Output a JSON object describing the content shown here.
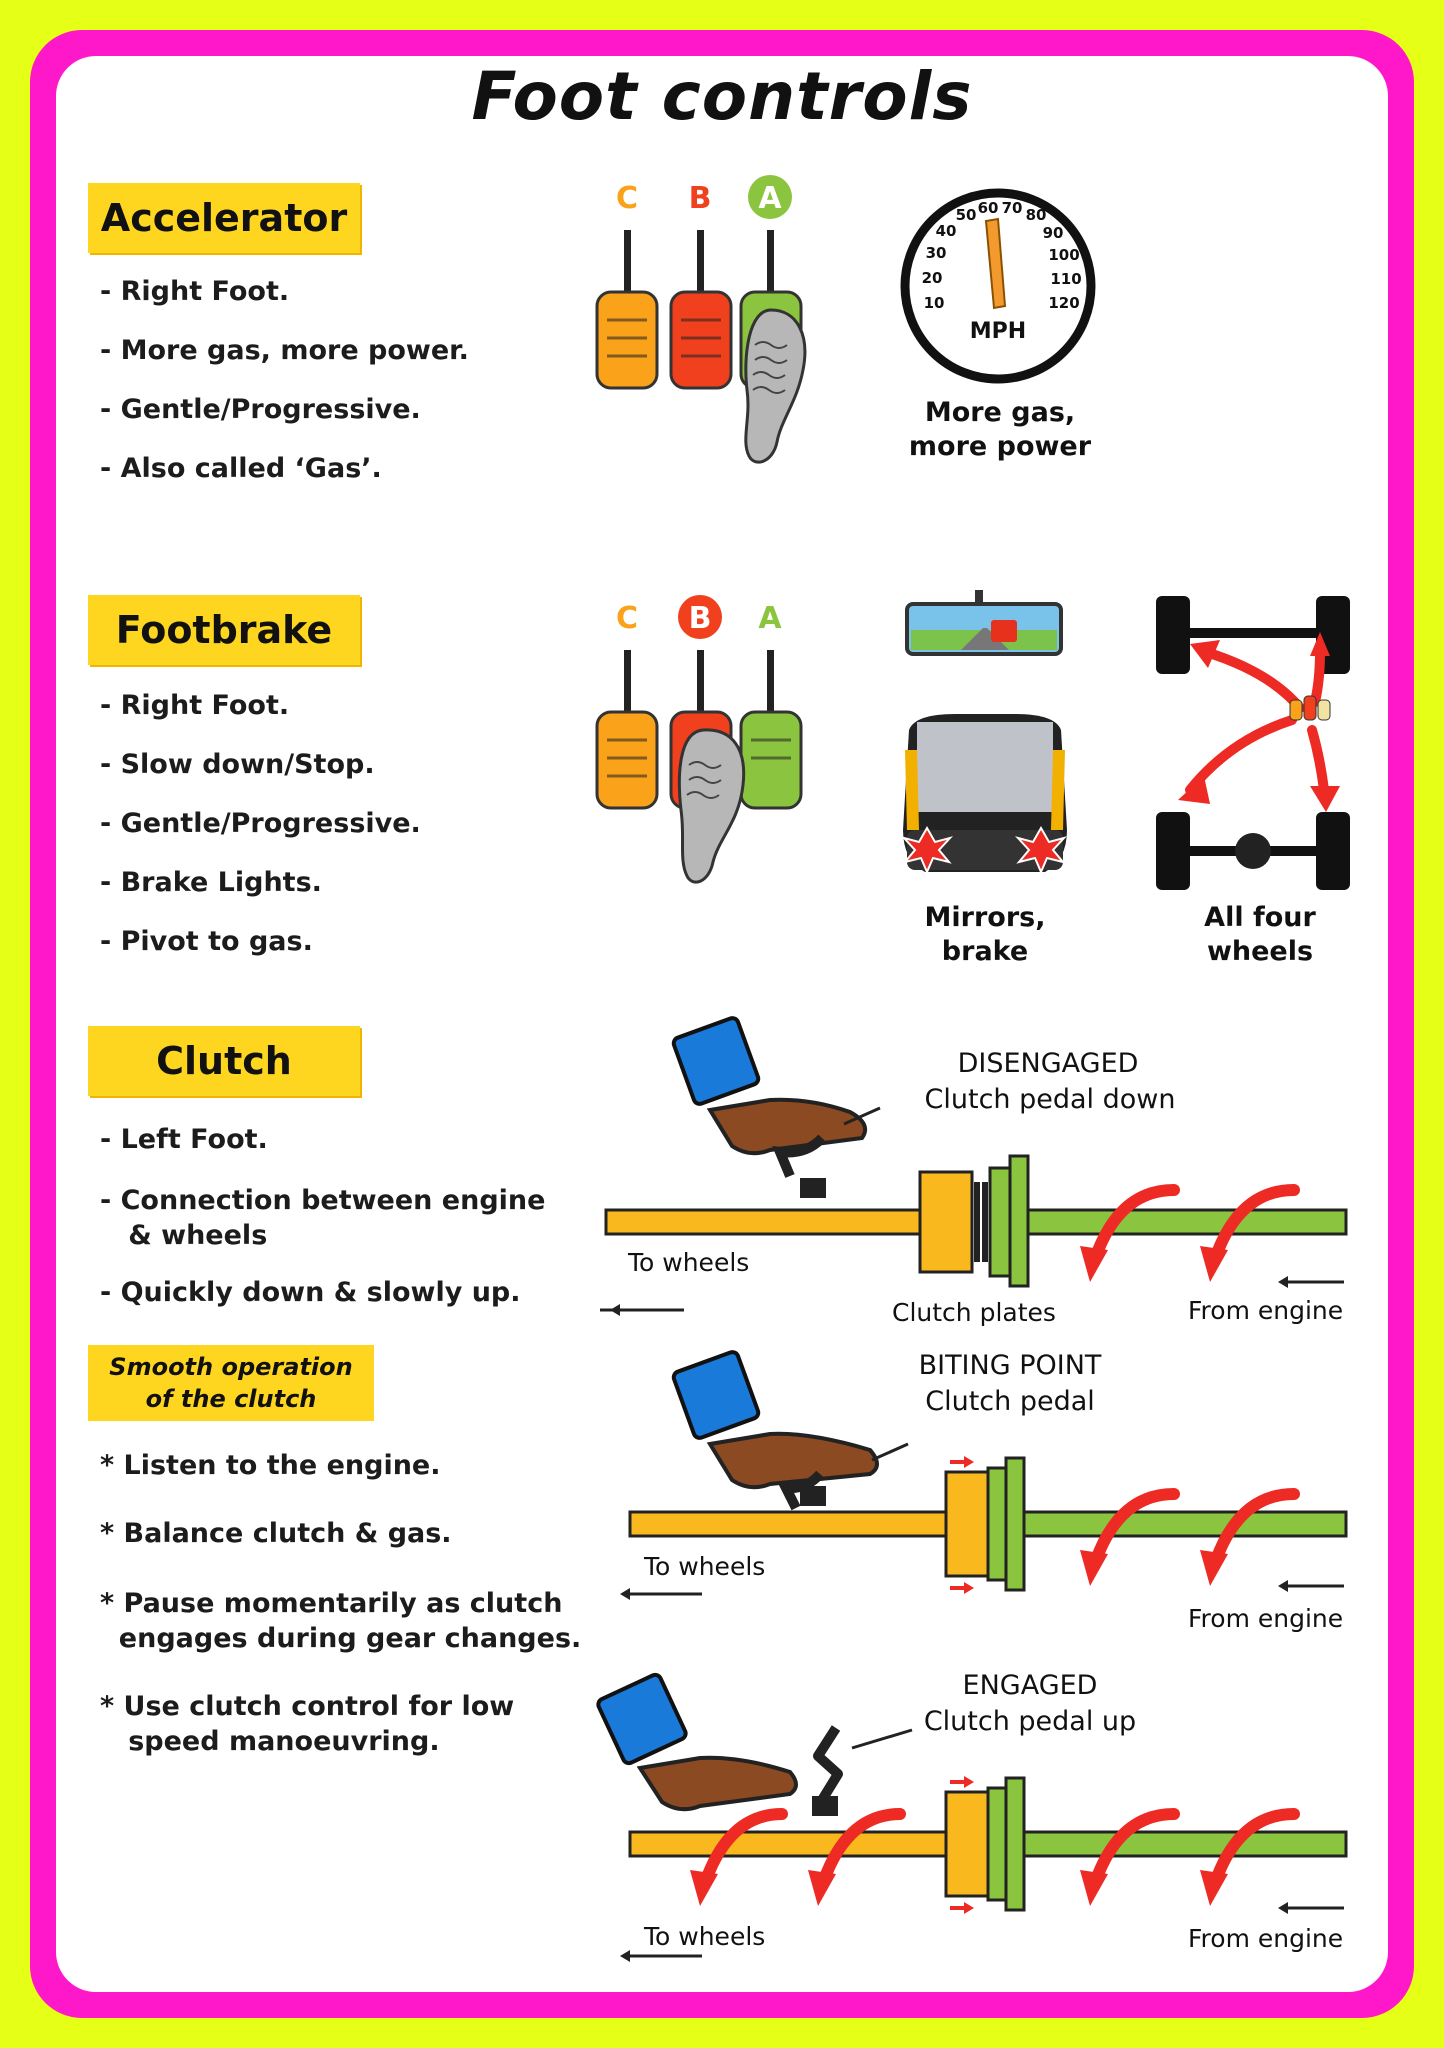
{
  "title": "Foot controls",
  "accelerator": {
    "heading": "Accelerator",
    "bullets": [
      "- Right Foot.",
      "- More gas, more power.",
      "- Gentle/Progressive.",
      "- Also called ‘Gas’."
    ],
    "pedal_letters": [
      "C",
      "B",
      "A"
    ],
    "speedo_numbers": [
      "10",
      "20",
      "30",
      "40",
      "50",
      "60",
      "70",
      "80",
      "90",
      "100",
      "110",
      "120"
    ],
    "speedo_unit": "MPH",
    "caption": "More gas,\nmore power"
  },
  "footbrake": {
    "heading": "Footbrake",
    "bullets": [
      "- Right Foot.",
      "- Slow down/Stop.",
      "- Gentle/Progressive.",
      "- Brake Lights.",
      "- Pivot to gas."
    ],
    "pedal_letters": [
      "C",
      "B",
      "A"
    ],
    "mirrors_caption": "Mirrors,\nbrake",
    "wheels_caption": "All four\nwheels"
  },
  "clutch": {
    "heading": "Clutch",
    "bullets": [
      "- Left Foot.",
      "- Connection between engine\n   & wheels",
      "- Quickly down & slowly up."
    ],
    "smooth_heading": "Smooth operation\nof the clutch",
    "smooth_bullets": [
      "* Listen to the engine.",
      "* Balance clutch & gas.",
      "* Pause momentarily as clutch\n  engages during gear changes.",
      "* Use clutch control for low\n   speed manoeuvring."
    ],
    "disengaged": {
      "title": "DISENGAGED",
      "sub": "Clutch pedal down"
    },
    "biting": {
      "title": "BITING POINT",
      "sub": "Clutch pedal"
    },
    "engaged": {
      "title": "ENGAGED",
      "sub": "Clutch pedal up"
    },
    "to_wheels": "To wheels",
    "from_engine": "From engine",
    "clutch_plates": "Clutch plates"
  },
  "colors": {
    "background": "#e6ff16",
    "border": "#ff18c9",
    "heading_box": "#ffd61f",
    "pedal_c": "#f9a21a",
    "pedal_b": "#f0401e",
    "pedal_a": "#8bc53f",
    "arrow": "#ee2a24"
  }
}
